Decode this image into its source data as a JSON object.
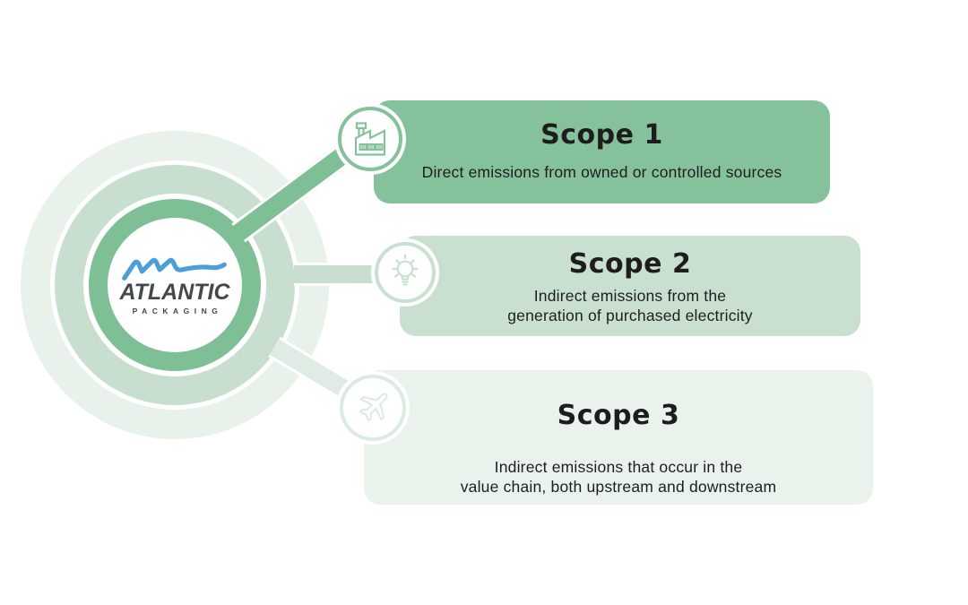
{
  "page": {
    "background_color": "#FFFFFF"
  },
  "logo": {
    "company": "ATLANTIC",
    "division": "PACKAGING",
    "wave_color": "#4D9ED6",
    "text_color": "#43484B"
  },
  "rings": {
    "inner_color": "#7EBF95",
    "middle_color": "#C8DFCF",
    "outer_color": "#E9F1EB"
  },
  "heading_color": "#1D1D1B",
  "scopes": [
    {
      "title": "Scope 1",
      "description_lines": [
        "Direct emissions from owned or controlled sources"
      ],
      "icon": "factory-icon",
      "card_color": "#85C29C",
      "connector_color": "#7EBF95"
    },
    {
      "title": "Scope 2",
      "description_lines": [
        "Indirect emissions from the",
        "generation of purchased electricity"
      ],
      "icon": "lightbulb-icon",
      "card_color": "#C9E0D1",
      "connector_color": "#C8DFCF"
    },
    {
      "title": "Scope 3",
      "description_lines": [
        "Indirect emissions that occur in the",
        "value chain, both upstream and downstream"
      ],
      "icon": "airplane-icon",
      "card_color": "#EAF2EC",
      "connector_color": "#DFECE3"
    }
  ]
}
